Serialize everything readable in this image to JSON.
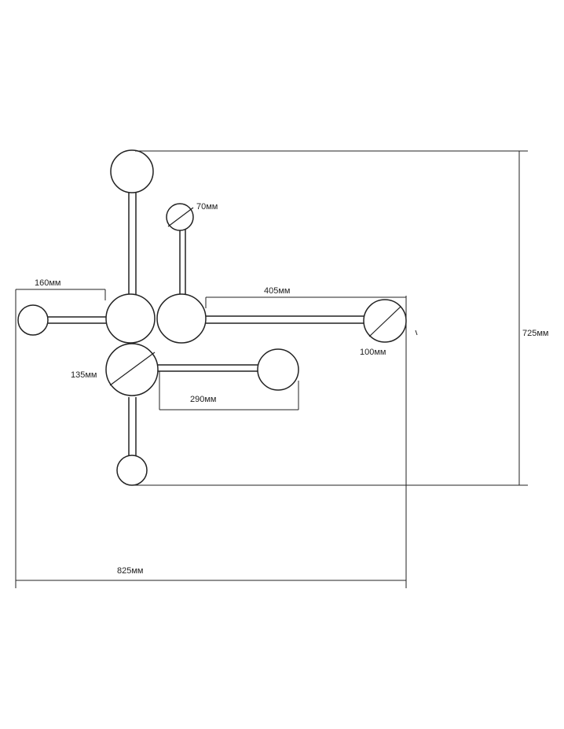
{
  "dimensions": {
    "overall_width": "825мм",
    "overall_height": "725мм",
    "left_arm_length": "160мм",
    "right_arm_length": "405мм",
    "lower_arm_length": "290мм",
    "large_globe_diameter": "135мм",
    "end_globe_diameter": "100мм",
    "small_globe_diameter": "70мм"
  },
  "colors": {
    "line": "#222222",
    "background": "#ffffff"
  }
}
